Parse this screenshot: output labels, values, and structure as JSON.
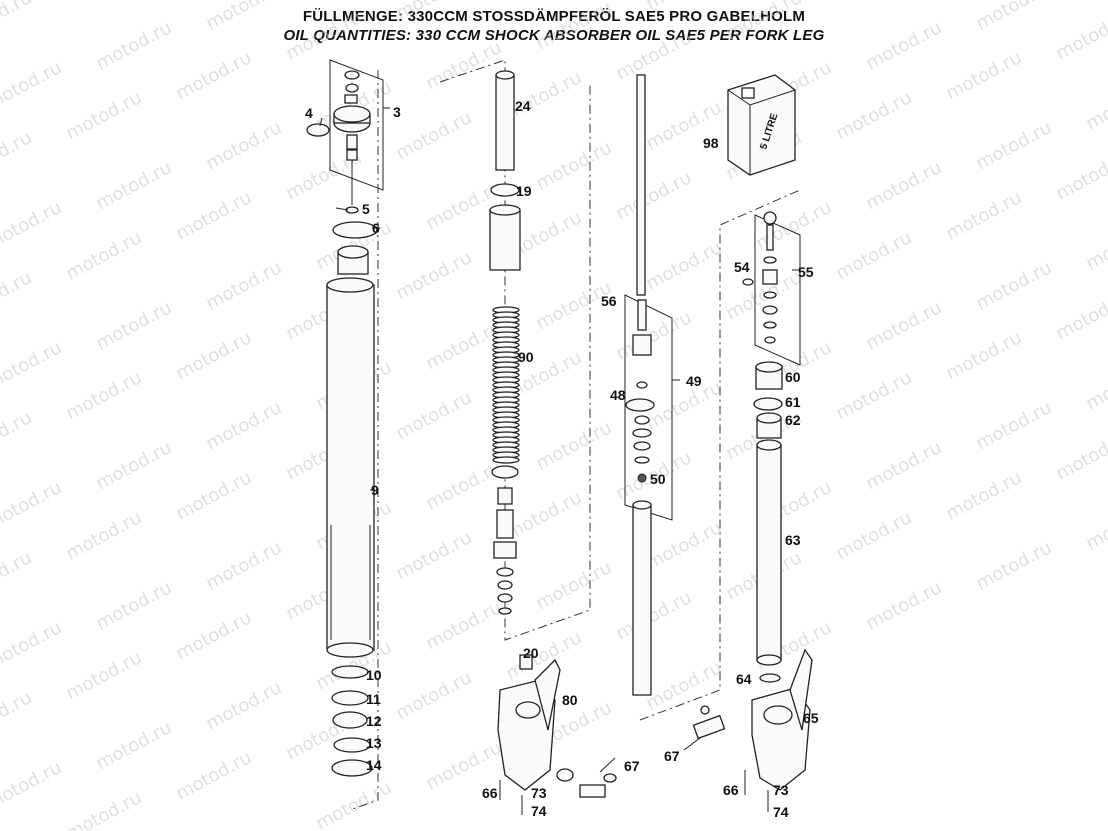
{
  "header": {
    "title_de": "FÜLLMENGE: 330CCM STOSSDÄMPFERÖL SAE5 PRO GABELHOLM",
    "title_en": "OIL QUANTITIES: 330 CCM SHOCK ABSORBER OIL SAE5 PER FORK LEG"
  },
  "oil_can": {
    "label": "5 LITRE"
  },
  "watermark": "motod.ru",
  "part_numbers": [
    "3",
    "4",
    "5",
    "6",
    "9",
    "10",
    "11",
    "12",
    "13",
    "14",
    "19",
    "20",
    "24",
    "48",
    "49",
    "50",
    "54",
    "55",
    "56",
    "60",
    "61",
    "62",
    "63",
    "64",
    "65",
    "66",
    "67",
    "73",
    "74",
    "80",
    "90",
    "98"
  ]
}
